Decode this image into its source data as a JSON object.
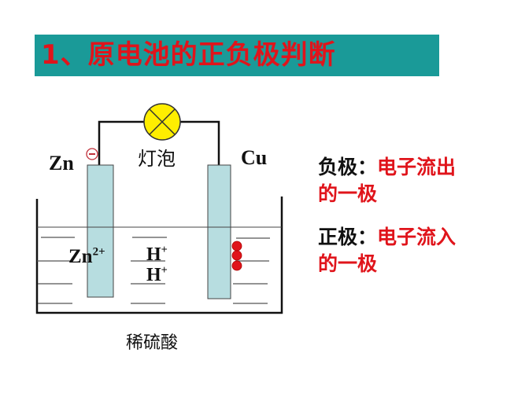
{
  "title": {
    "text": "1、原电池的正负极判断",
    "background_color": "#1a9a98",
    "text_color": "#e0141b"
  },
  "diagram": {
    "bulb_label": "灯泡",
    "left_electrode": "Zn",
    "right_electrode": "Cu",
    "negative_sign": "−",
    "zinc_ion_base": "Zn",
    "zinc_ion_charge": "2+",
    "hydrogen_ion_base": "H",
    "hydrogen_ion_charge": "+",
    "hydrogen_ion_2_base": "H",
    "hydrogen_ion_2_charge": "+",
    "solution_label": "稀硫酸",
    "electrode_color": "#b7dde0",
    "bulb_color": "#ffee00",
    "bubble_color": "#e0141b"
  },
  "explanation": {
    "negative": {
      "term": "负极：",
      "definition_line1": "电子流出",
      "definition_line2": "的一极"
    },
    "positive": {
      "term": "正极：",
      "definition_line1": "电子流入",
      "definition_line2": "的一极"
    }
  }
}
